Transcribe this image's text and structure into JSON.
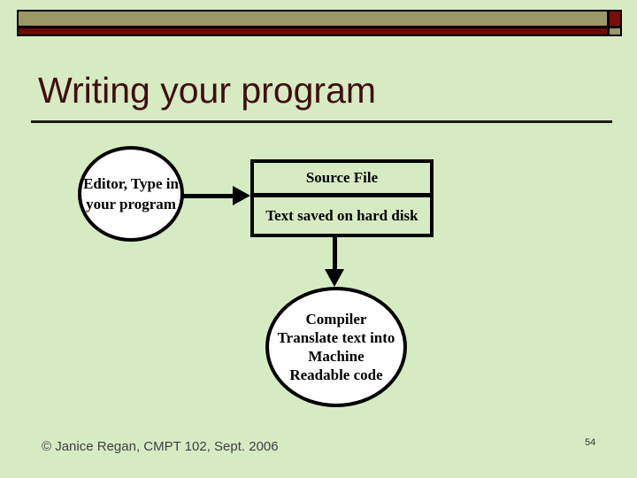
{
  "slide": {
    "title": "Writing your program",
    "footer": "© Janice Regan, CMPT 102, Sept. 2006",
    "page_number": "54"
  },
  "diagram": {
    "editor": {
      "lines": [
        "Editor, Type in",
        "your program"
      ]
    },
    "source_file": {
      "title": "Source File",
      "subtitle": "Text saved on hard disk"
    },
    "compiler": {
      "lines": [
        "Compiler",
        "Translate text into",
        "Machine",
        "Readable code"
      ]
    }
  },
  "colors": {
    "background": "#D7EBC3",
    "banner_olive": "#999966",
    "banner_dark_red": "#660A0A",
    "banner_accent_red": "#7D0D0D",
    "title_maroon": "#400E0E",
    "node_fill": "#FFFFFF",
    "line_black": "#000000",
    "footer_gray": "#3F3F3F"
  }
}
